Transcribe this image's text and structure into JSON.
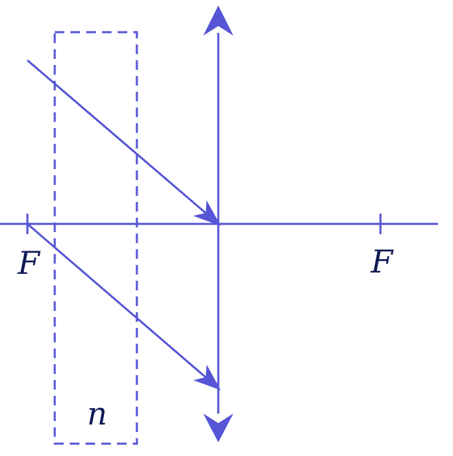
{
  "diagram": {
    "labels": {
      "focus_left": "F",
      "focus_right": "F",
      "medium": "n"
    },
    "colors": {
      "stroke": "#5555d6",
      "label": "#0f1a55"
    },
    "icons": {
      "lens_top_arrow": "arrowhead-up-icon",
      "lens_bottom_arrow": "arrowhead-down-icon"
    }
  }
}
